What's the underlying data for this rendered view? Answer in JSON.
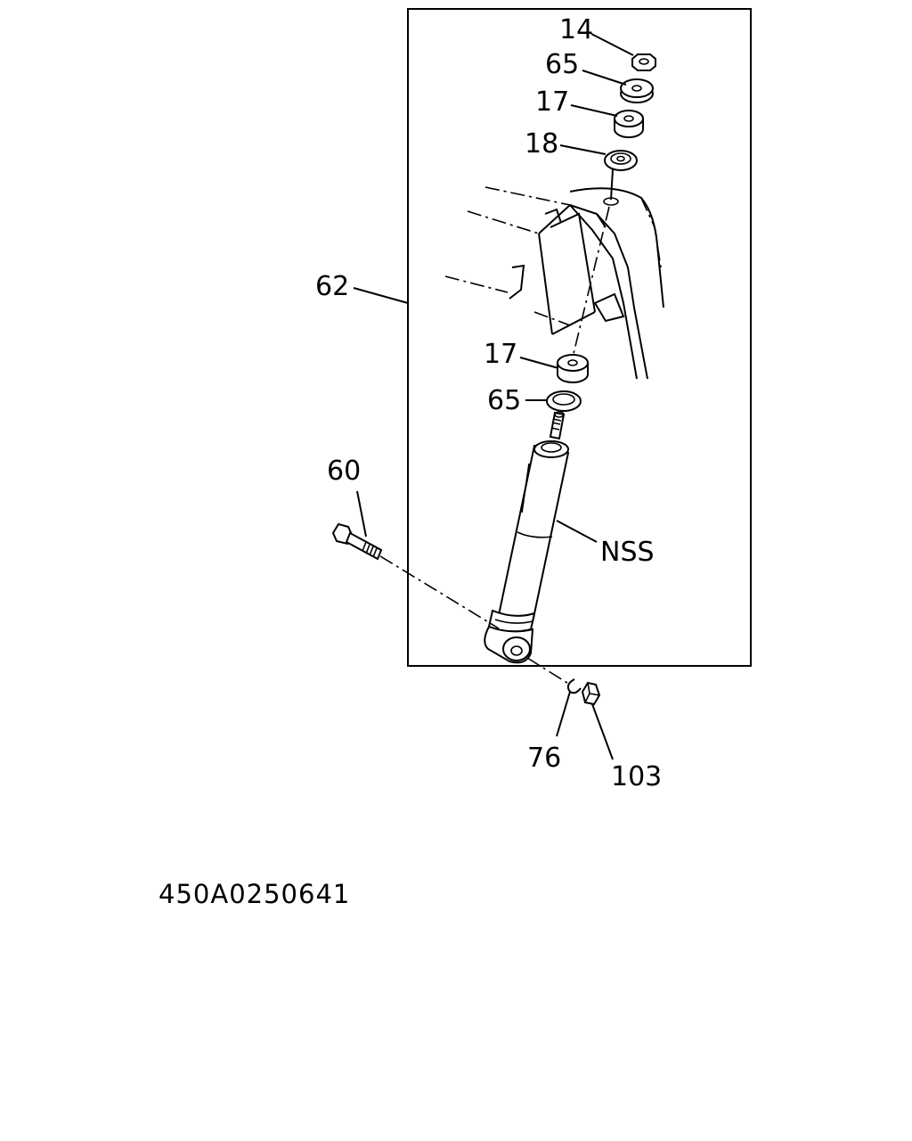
{
  "diagram": {
    "reference_code": "450A0250641",
    "callouts": {
      "nut_top": "14",
      "washer_top": "65",
      "bushing_top": "17",
      "retainer": "18",
      "assembly": "62",
      "bushing_lower": "17",
      "washer_lower": "65",
      "bolt": "60",
      "shock_absorber": "NSS",
      "lock_washer": "76",
      "nut_bottom": "103"
    }
  }
}
